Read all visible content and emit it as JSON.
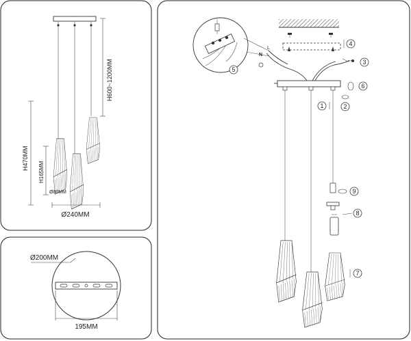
{
  "panels": {
    "top_left": {
      "dim_height_total": "H600~1200MM",
      "dim_height_cluster": "H470MM",
      "dim_height_shade": "H165MM",
      "dim_shade_diameter": "Ø80MM",
      "dim_canopy_width": "Ø240MM"
    },
    "bottom_left": {
      "dim_canopy_diameter": "Ø200MM",
      "dim_mount_width": "195MM"
    },
    "right": {
      "wire_label_n": "N",
      "wire_label_l": "L",
      "steps": [
        "1",
        "2",
        "3",
        "4",
        "5",
        "6",
        "7",
        "8",
        "9"
      ]
    }
  }
}
